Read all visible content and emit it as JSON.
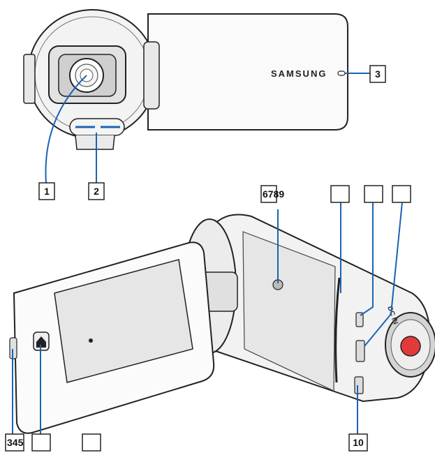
{
  "diagram": {
    "brand": "SAMSUNG",
    "top_view": {
      "callouts": [
        "1",
        "2",
        "3"
      ]
    },
    "bottom_view": {
      "callouts": [
        "6789",
        "",
        "",
        "",
        "345",
        "",
        "",
        "10"
      ],
      "side_label": "DC IN"
    }
  },
  "colors": {
    "outline": "#222222",
    "callout_line": "#1a63b5",
    "record_button": "#e23a3a",
    "panel_shade": "#e6e6e6"
  }
}
